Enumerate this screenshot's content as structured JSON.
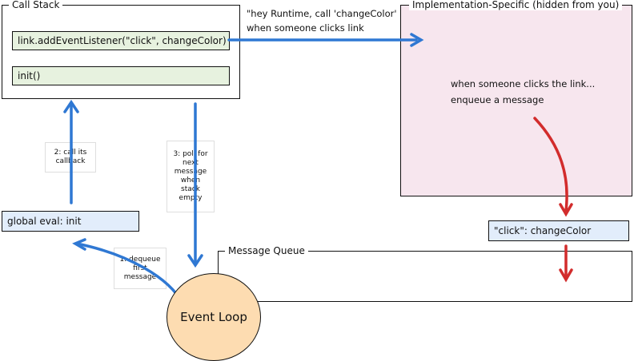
{
  "call_stack": {
    "title": "Call Stack",
    "frames": [
      "link.addEventListener(\"click\", changeColor)",
      "init()"
    ]
  },
  "impl": {
    "title": "Implementation-Specific (hidden from you)",
    "text": "when someone clicks the link...\nenqueue a message"
  },
  "runtime_call": "\"hey Runtime, call 'changeColor'\nwhen someone clicks link",
  "global_eval": "global eval: init",
  "message": "\"click\": changeColor",
  "queue_title": "Message Queue",
  "event_loop": "Event Loop",
  "notes": {
    "callback": "2: call its\ncallback",
    "poll": "3: poll for\nnext\nmessage\nwhen\nstack\nempty",
    "dequeue": "1: dequeue\nfirst\nmessage"
  },
  "colors": {
    "frame_fill": "#e7f2df",
    "impl_fill": "#f7e6ee",
    "message_fill": "#e2edfb",
    "loop_fill": "#fddcb1",
    "flow_arrow": "#2f78d3",
    "enqueue_arrow": "#d22c2c"
  }
}
